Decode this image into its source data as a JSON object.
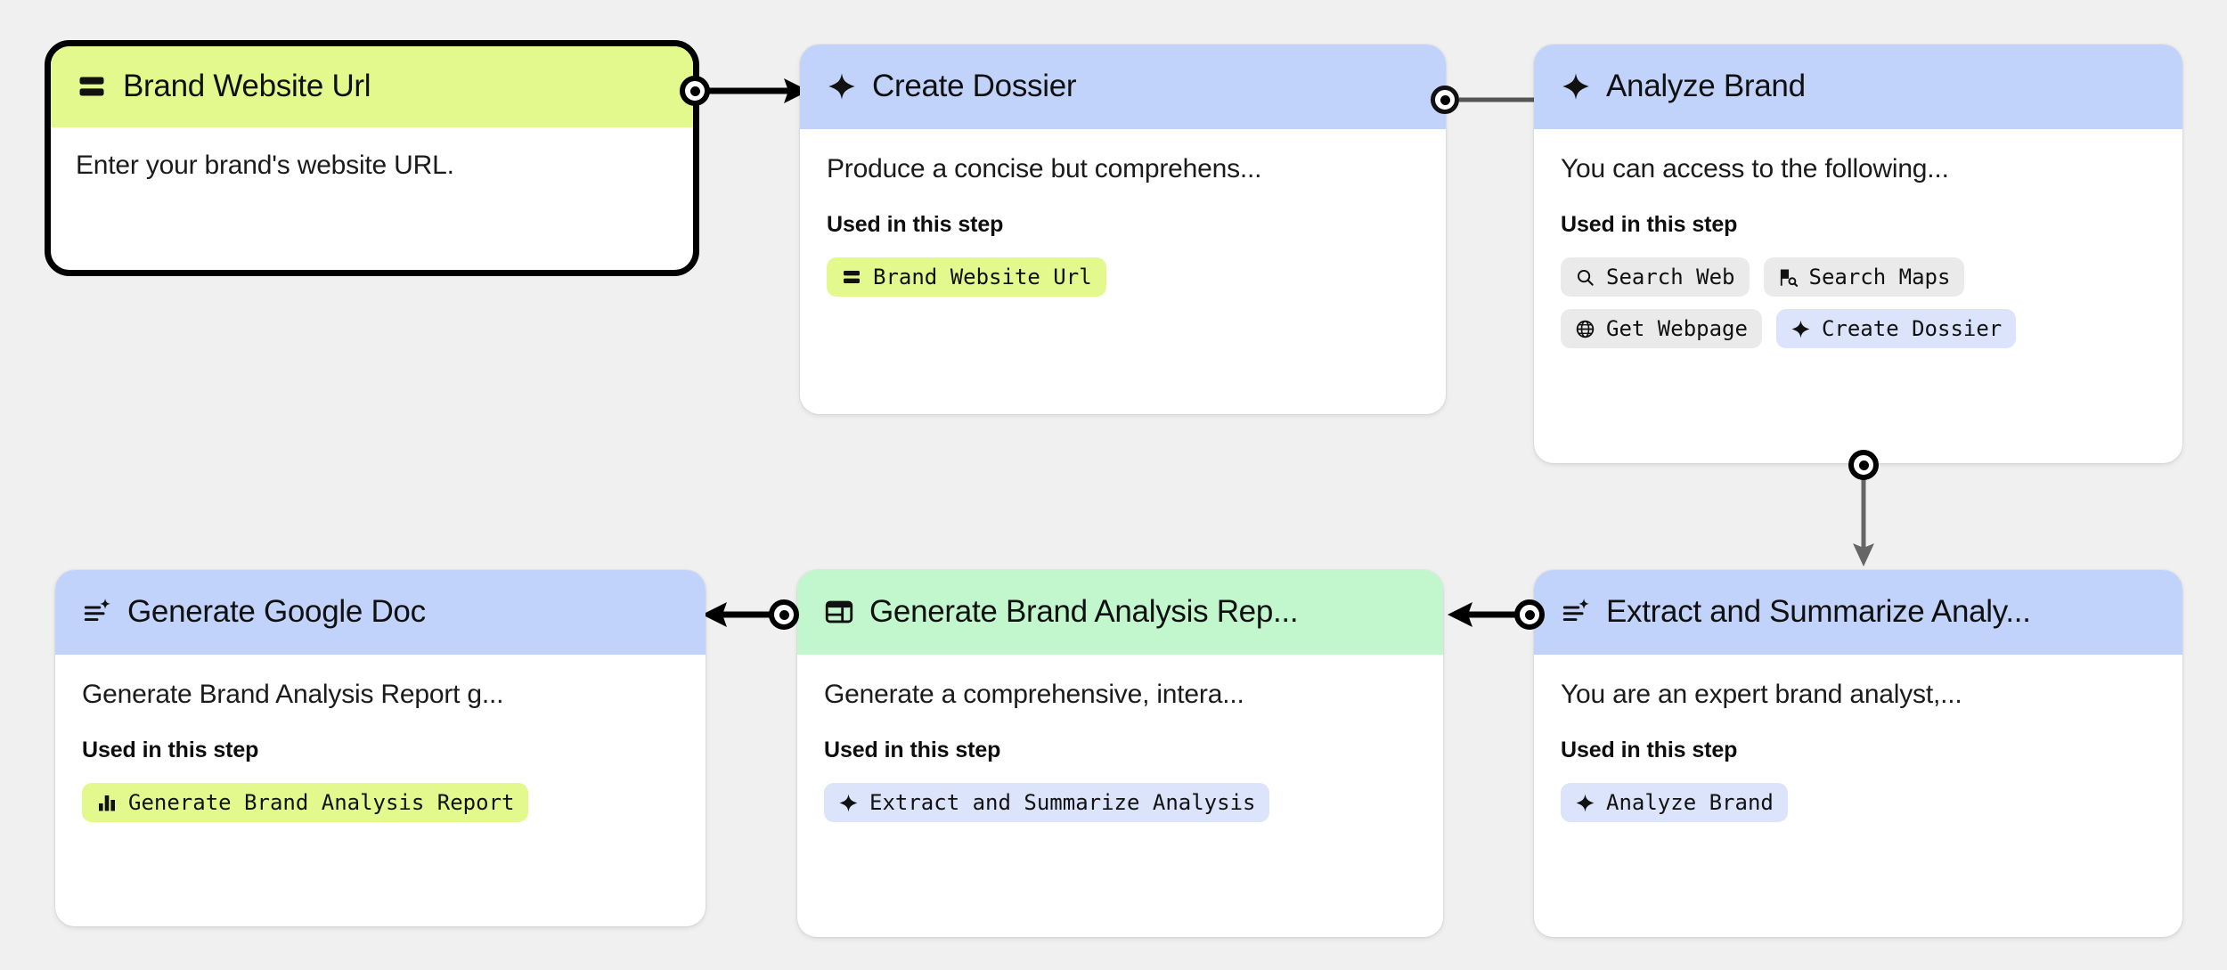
{
  "canvas": {
    "background": "#f0f0f0",
    "colors": {
      "lime": "#e4f98d",
      "blue": "#c1d3fb",
      "green": "#c2f7ce",
      "chip_grey": "#eaeaea",
      "chip_blue": "#dbe4fb",
      "selection": "#000000"
    }
  },
  "used_in_this_step_label": "Used in this step",
  "nodes": [
    {
      "id": "brand-website-url",
      "title": "Brand Website Url",
      "icon": "rows-icon",
      "header_color": "lime",
      "selected": true,
      "description": "Enter your brand's website URL.",
      "has_used_section": false,
      "chips": []
    },
    {
      "id": "create-dossier",
      "title": "Create Dossier",
      "icon": "sparkle-icon",
      "header_color": "blue",
      "selected": false,
      "description": "Produce a concise but comprehens...",
      "has_used_section": true,
      "chips": [
        {
          "label": "Brand Website Url",
          "icon": "rows-icon",
          "style": "lime"
        }
      ]
    },
    {
      "id": "analyze-brand",
      "title": "Analyze Brand",
      "icon": "sparkle-icon",
      "header_color": "blue",
      "selected": false,
      "description": "You can access to the following...",
      "has_used_section": true,
      "chips": [
        {
          "label": "Search Web",
          "icon": "search-icon",
          "style": "grey"
        },
        {
          "label": "Search Maps",
          "icon": "map-search-icon",
          "style": "grey"
        },
        {
          "label": "Get Webpage",
          "icon": "globe-icon",
          "style": "grey"
        },
        {
          "label": "Create Dossier",
          "icon": "sparkle-icon",
          "style": "blue"
        }
      ]
    },
    {
      "id": "generate-google-doc",
      "title": "Generate Google Doc",
      "icon": "text-sparkle-icon",
      "header_color": "blue",
      "selected": false,
      "description": "Generate Brand Analysis Report g...",
      "has_used_section": true,
      "chips": [
        {
          "label": "Generate Brand Analysis Report",
          "icon": "bar-chart-icon",
          "style": "lime"
        }
      ]
    },
    {
      "id": "generate-brand-analysis-report",
      "title": "Generate Brand Analysis Rep...",
      "icon": "panel-layout-icon",
      "header_color": "green",
      "selected": false,
      "description": "Generate a comprehensive, intera...",
      "has_used_section": true,
      "chips": [
        {
          "label": "Extract and Summarize Analysis",
          "icon": "sparkle-icon",
          "style": "blue"
        }
      ]
    },
    {
      "id": "extract-and-summarize-analysis",
      "title": "Extract and Summarize Analy...",
      "icon": "text-sparkle-icon",
      "header_color": "blue",
      "selected": false,
      "description": "You are an expert brand analyst,...",
      "has_used_section": true,
      "chips": [
        {
          "label": "Analyze Brand",
          "icon": "sparkle-icon",
          "style": "blue"
        }
      ]
    }
  ],
  "edges": [
    {
      "id": "edge-url-to-dossier",
      "from": "brand-website-url",
      "to": "create-dossier",
      "direction": "right",
      "emphasis": "strong"
    },
    {
      "id": "edge-dossier-to-analyze",
      "from": "create-dossier",
      "to": "analyze-brand",
      "direction": "right",
      "emphasis": "weak"
    },
    {
      "id": "edge-analyze-to-extract",
      "from": "analyze-brand",
      "to": "extract-and-summarize-analysis",
      "direction": "down",
      "emphasis": "weak"
    },
    {
      "id": "edge-extract-to-report",
      "from": "extract-and-summarize-analysis",
      "to": "generate-brand-analysis-report",
      "direction": "left",
      "emphasis": "strong"
    },
    {
      "id": "edge-report-to-doc",
      "from": "generate-brand-analysis-report",
      "to": "generate-google-doc",
      "direction": "left",
      "emphasis": "strong"
    }
  ]
}
